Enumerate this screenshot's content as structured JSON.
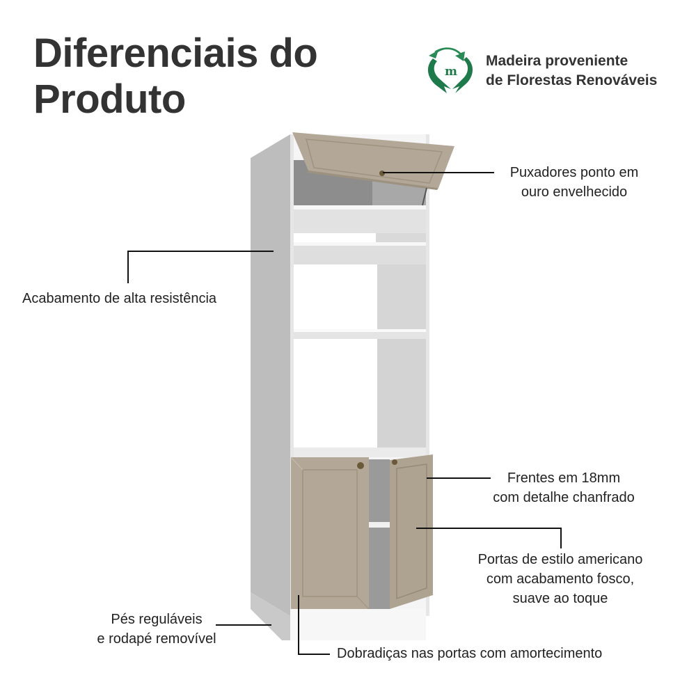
{
  "header": {
    "title_line1": "Diferenciais do",
    "title_line2": "Produto"
  },
  "badge": {
    "icon": "recycle-m-icon",
    "line1": "Madeira proveniente",
    "line2": "de Florestas Renováveis",
    "color": "#1e7a4a"
  },
  "features": {
    "handles": {
      "line1": "Puxadores ponto em",
      "line2": "ouro envelhecido"
    },
    "finish": {
      "line1": "Acabamento de alta resistência"
    },
    "fronts": {
      "line1": "Frentes em 18mm",
      "line2": "com detalhe chanfrado"
    },
    "doors": {
      "line1": "Portas de estilo americano",
      "line2": "com acabamento fosco,",
      "line3": "suave ao toque"
    },
    "feet": {
      "line1": "Pés reguláveis",
      "line2": "e rodapé removível"
    },
    "hinges": {
      "line1": "Dobradiças nas portas com amortecimento"
    }
  },
  "colors": {
    "door": "#b3a898",
    "cabinet_side": "#bdbdbd",
    "cabinet_front": "#f2f2f2",
    "handle": "#6b5a3a"
  }
}
